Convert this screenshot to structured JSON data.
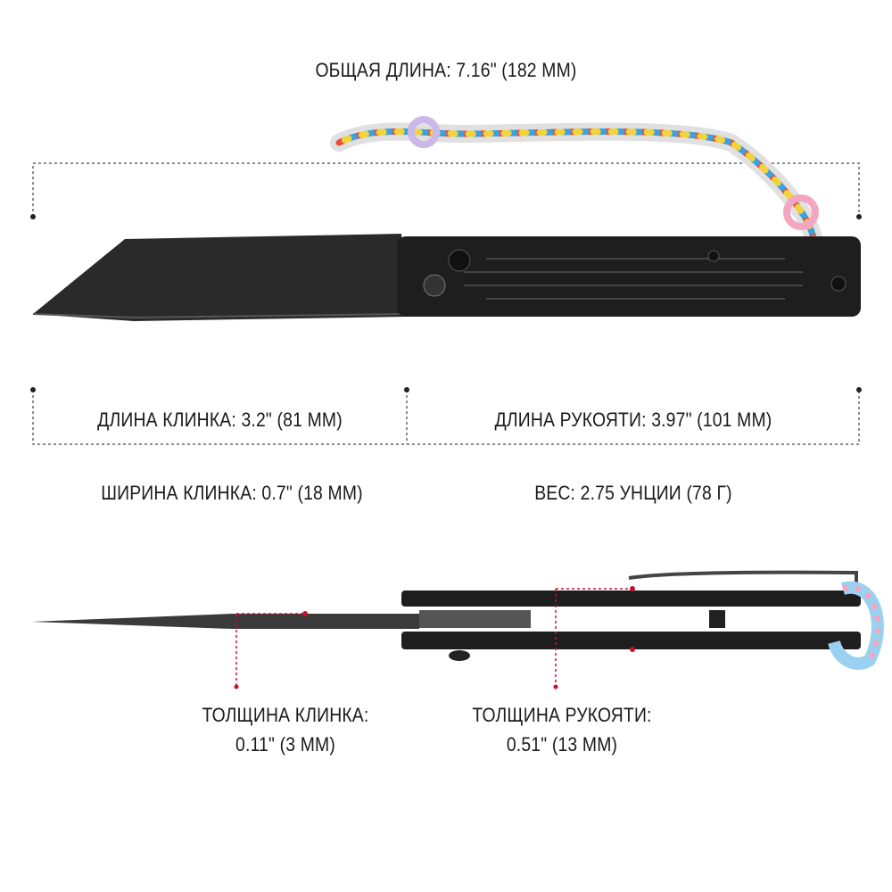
{
  "overall_length": "ОБЩАЯ ДЛИНА: 7.16\" (182 ММ)",
  "blade_length": "ДЛИНА КЛИНКА: 3.2\" (81 ММ)",
  "handle_length": "ДЛИНА РУКОЯТИ: 3.97\" (101 ММ)",
  "blade_width": "ШИРИНА КЛИНКА: 0.7\" (18 ММ)",
  "weight": "ВЕС: 2.75 УНЦИИ (78 Г)",
  "blade_thickness": {
    "line1": "ТОЛЩИНА КЛИНКА:",
    "line2": "0.11\" (3 ММ)"
  },
  "handle_thickness": {
    "line1": "ТОЛЩИНА РУКОЯТИ:",
    "line2": "0.51\" (13 ММ)"
  },
  "colors": {
    "dimension_line": "#555555",
    "marker": "#c8102e",
    "knife": "#1e1e1e"
  }
}
